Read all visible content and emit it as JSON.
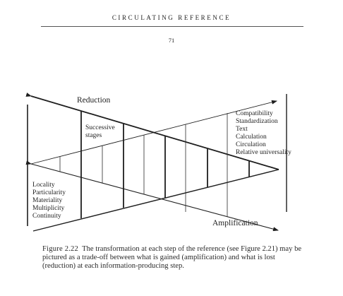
{
  "header": {
    "running_head": "CIRCULATING REFERENCE",
    "page_number": "71"
  },
  "figure": {
    "labels": {
      "reduction": "Reduction",
      "amplification": "Amplification",
      "successive_stages": [
        "Successive",
        "stages"
      ]
    },
    "left_list": [
      "Locality",
      "Particularity",
      "Materiality",
      "Multiplicity",
      "Continuity"
    ],
    "right_list": [
      "Compatibility",
      "Standardization",
      "Text",
      "Calculation",
      "Circulation",
      "Relative universality"
    ]
  },
  "caption": {
    "figure_label": "Figure 2.22",
    "text": "The transformation at each step of the reference (see Figure 2.21) may be pictured as a trade-off between what is gained (amplification) and what is lost (reduction) at each information-producing step."
  }
}
